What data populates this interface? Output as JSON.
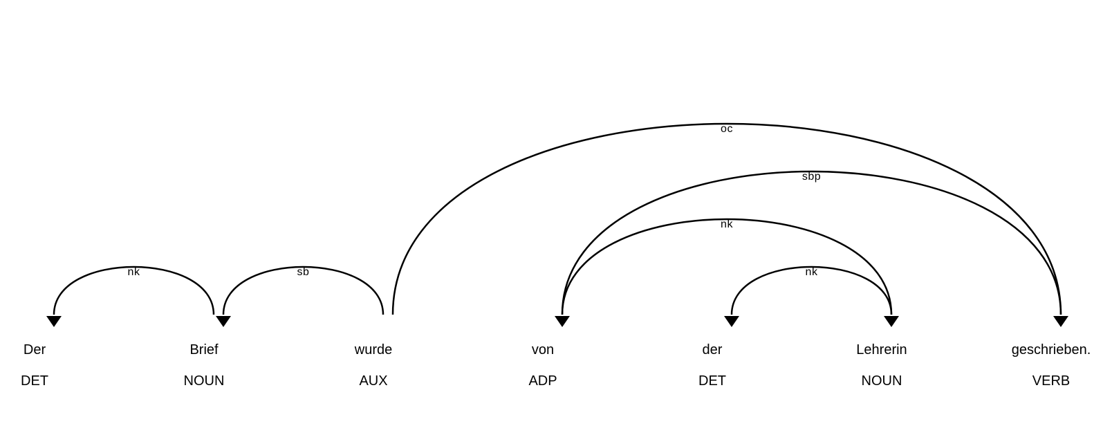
{
  "words": [
    {
      "text": "Der",
      "tag": "DET"
    },
    {
      "text": "Brief",
      "tag": "NOUN"
    },
    {
      "text": "wurde",
      "tag": "AUX"
    },
    {
      "text": "von",
      "tag": "ADP"
    },
    {
      "text": "der",
      "tag": "DET"
    },
    {
      "text": "Lehrerin",
      "tag": "NOUN"
    },
    {
      "text": "geschrieben.",
      "tag": "VERB"
    }
  ],
  "arcs": [
    {
      "label": "nk",
      "start": 0,
      "end": 1,
      "dir": "left"
    },
    {
      "label": "sb",
      "start": 1,
      "end": 2,
      "dir": "left"
    },
    {
      "label": "oc",
      "start": 2,
      "end": 6,
      "dir": "right"
    },
    {
      "label": "sbp",
      "start": 3,
      "end": 6,
      "dir": "left"
    },
    {
      "label": "nk",
      "start": 3,
      "end": 5,
      "dir": "right"
    },
    {
      "label": "nk",
      "start": 4,
      "end": 5,
      "dir": "left"
    }
  ]
}
